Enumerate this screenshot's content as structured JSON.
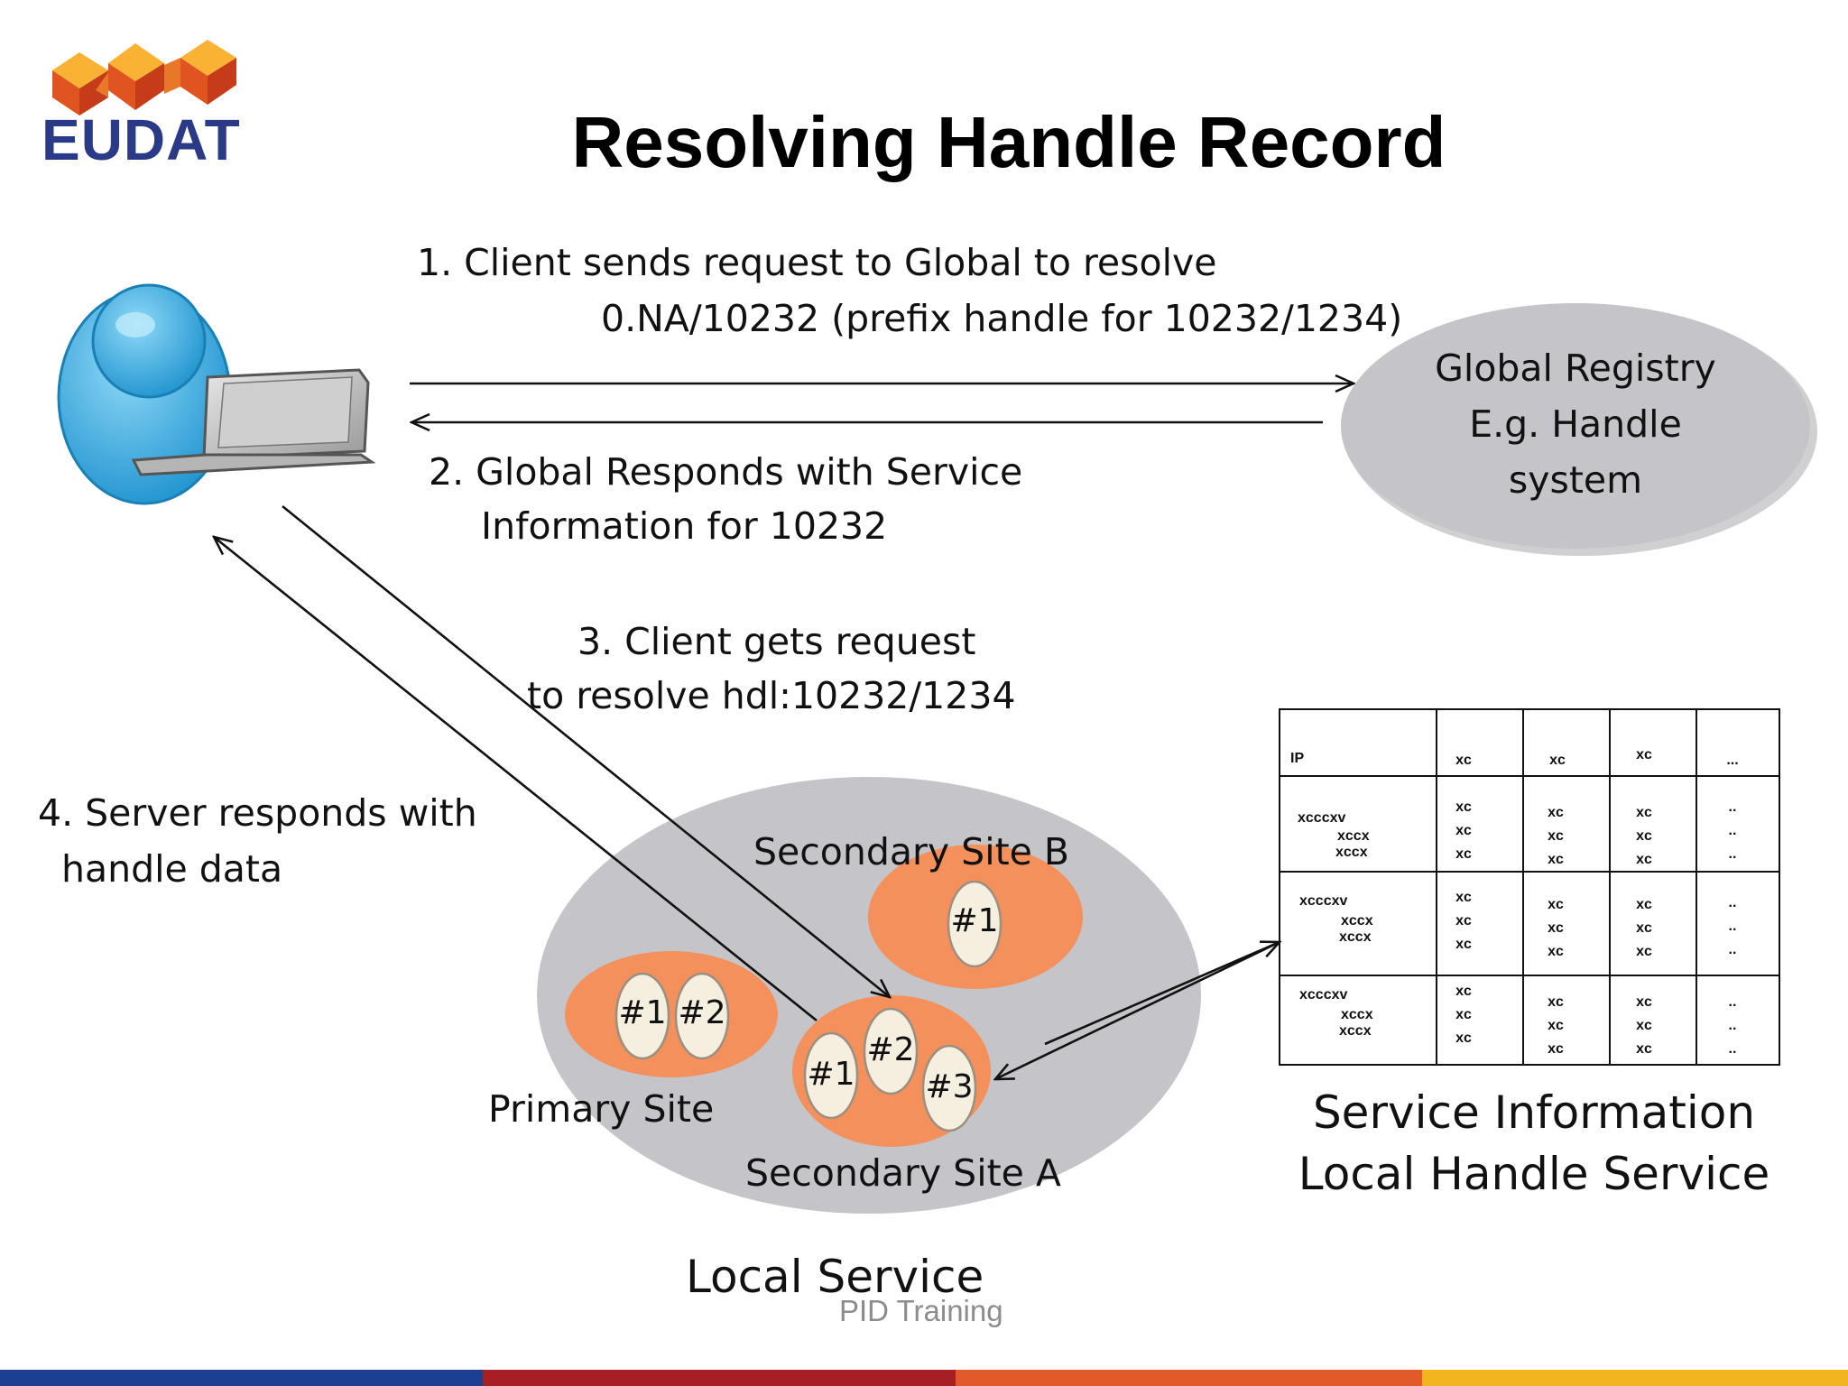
{
  "title": "Resolving Handle Record",
  "logo": {
    "text": "EUDAT"
  },
  "steps": {
    "step1": {
      "line1": "1. Client sends request to Global to resolve",
      "line2": "0.NA/10232 (prefix handle for 10232/1234)"
    },
    "step2": {
      "line1": "2. Global Responds with Service",
      "line2": "Information for 10232"
    },
    "step3": {
      "line1": "3. Client gets request",
      "line2": "to resolve hdl:10232/1234"
    },
    "step4": {
      "line1": "4. Server responds with",
      "line2": "handle data"
    }
  },
  "global_registry": {
    "line1": "Global Registry",
    "line2": "E.g. Handle",
    "line3": "system"
  },
  "local_service": {
    "label": "Local Service",
    "primary_site": {
      "label": "Primary Site",
      "nodes": [
        "#1",
        "#2"
      ]
    },
    "secondary_site_a": {
      "label": "Secondary Site A",
      "nodes": [
        "#1",
        "#2",
        "#3"
      ]
    },
    "secondary_site_b": {
      "label": "Secondary Site B",
      "nodes": [
        "#1"
      ]
    }
  },
  "service_info": {
    "caption_line1": "Service Information",
    "caption_line2": "Local Handle Service",
    "table": {
      "headers": [
        "IP",
        "xc",
        "xc",
        "xc",
        "..."
      ],
      "rows": [
        [
          [
            "xcccxv",
            "xccx",
            "xccx"
          ],
          [
            "xc",
            "xc",
            "xc"
          ],
          [
            "xc",
            "xc",
            "xc"
          ],
          [
            "xc",
            "xc",
            "xc"
          ],
          [
            "..",
            "..",
            ".."
          ]
        ],
        [
          [
            "xcccxv",
            "xccx",
            "xccx"
          ],
          [
            "xc",
            "xc",
            "xc"
          ],
          [
            "xc",
            "xc",
            "xc"
          ],
          [
            "xc",
            "xc",
            "xc"
          ],
          [
            "..",
            "..",
            ".."
          ]
        ],
        [
          [
            "xcccxv",
            "xccx",
            "xccx"
          ],
          [
            "xc",
            "xc",
            "xc"
          ],
          [
            "xc",
            "xc",
            "xc"
          ],
          [
            "xc",
            "xc",
            "xc"
          ],
          [
            "..",
            "..",
            ".."
          ]
        ]
      ]
    }
  },
  "footer": {
    "text": "PID Training"
  },
  "colors": {
    "gray_ellipse": "#c5c4c8",
    "site_orange": "#f4905c",
    "node_fill": "#f5efe0",
    "bar_blue": "#1c3f94",
    "bar_red": "#a51f24",
    "bar_orange": "#e2592a",
    "bar_yellow": "#f2b51d"
  },
  "icons": {
    "client": "user-with-laptop-icon"
  }
}
